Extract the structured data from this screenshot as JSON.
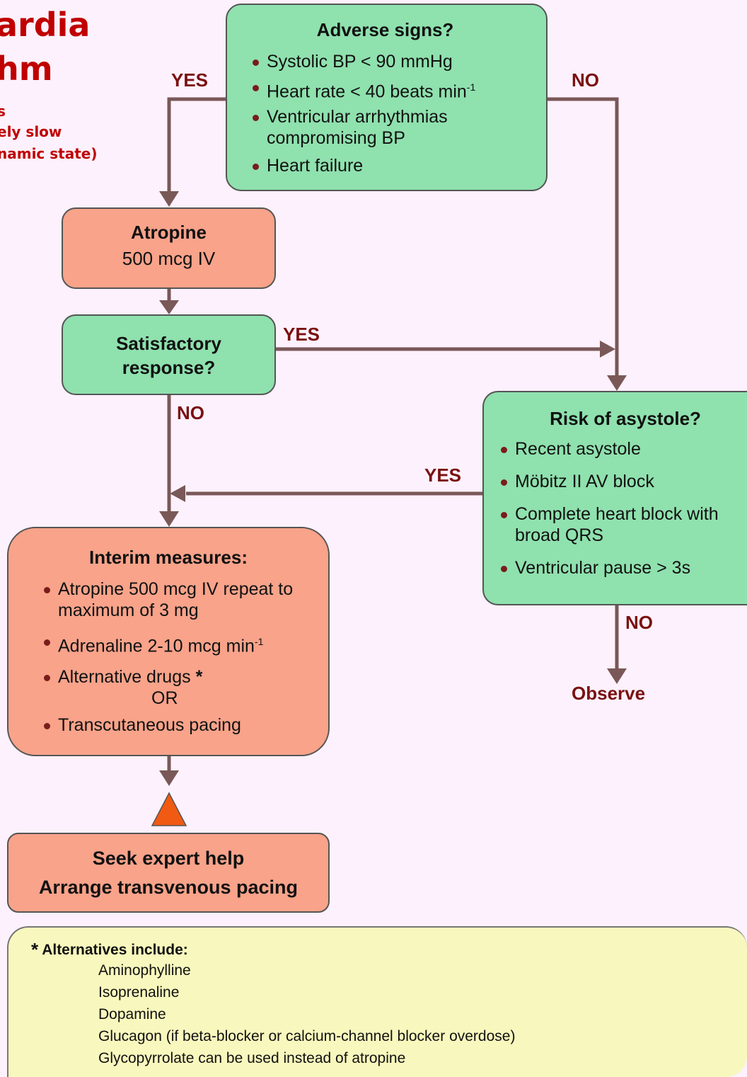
{
  "title": {
    "line1": "ardia",
    "line2": "hm",
    "sub1": "s",
    "sub2": "ely slow",
    "sub3": "namic state)"
  },
  "adverse": {
    "heading": "Adverse signs?",
    "items": [
      "Systolic BP < 90 mmHg",
      "Heart rate < 40 beats min",
      "Ventricular arrhythmias compromising BP",
      "Heart failure"
    ],
    "sup": "-1"
  },
  "atropine": {
    "heading": "Atropine",
    "dose": "500 mcg IV"
  },
  "satisfactory": {
    "line1": "Satisfactory",
    "line2": "response?"
  },
  "risk": {
    "heading": "Risk of asystole?",
    "items": [
      "Recent asystole",
      "Möbitz II AV block",
      "Complete heart block with broad QRS",
      "Ventricular pause > 3s"
    ]
  },
  "interim": {
    "heading": "Interim measures:",
    "item1": "Atropine 500 mcg IV repeat to maximum of 3 mg",
    "item2": "Adrenaline 2-10 mcg min",
    "item2_sup": "-1",
    "item3": "Alternative drugs",
    "item3_star": "*",
    "or": "OR",
    "item4": "Transcutaneous pacing"
  },
  "expert": {
    "line1": "Seek expert help",
    "line2": "Arrange transvenous pacing"
  },
  "labels": {
    "yes_left": "YES",
    "no_right": "NO",
    "yes_satisfactory": "YES",
    "no_satisfactory": "NO",
    "yes_risk": "YES",
    "no_risk": "NO",
    "observe": "Observe"
  },
  "alternatives": {
    "star": "*",
    "heading": "Alternatives include:",
    "items": [
      "Aminophylline",
      "Isoprenaline",
      "Dopamine",
      "Glucagon (if beta-blocker or calcium-channel blocker overdose)",
      "Glycopyrrolate can be used instead of atropine"
    ]
  },
  "colors": {
    "green_box": "#8fe1ae",
    "salmon_box": "#f8a38a",
    "note_box": "#f8f7bd",
    "arrow": "#7a5858",
    "warning_triangle": "#f05a12",
    "title_red": "#c00000",
    "label_red": "#7a1010"
  }
}
